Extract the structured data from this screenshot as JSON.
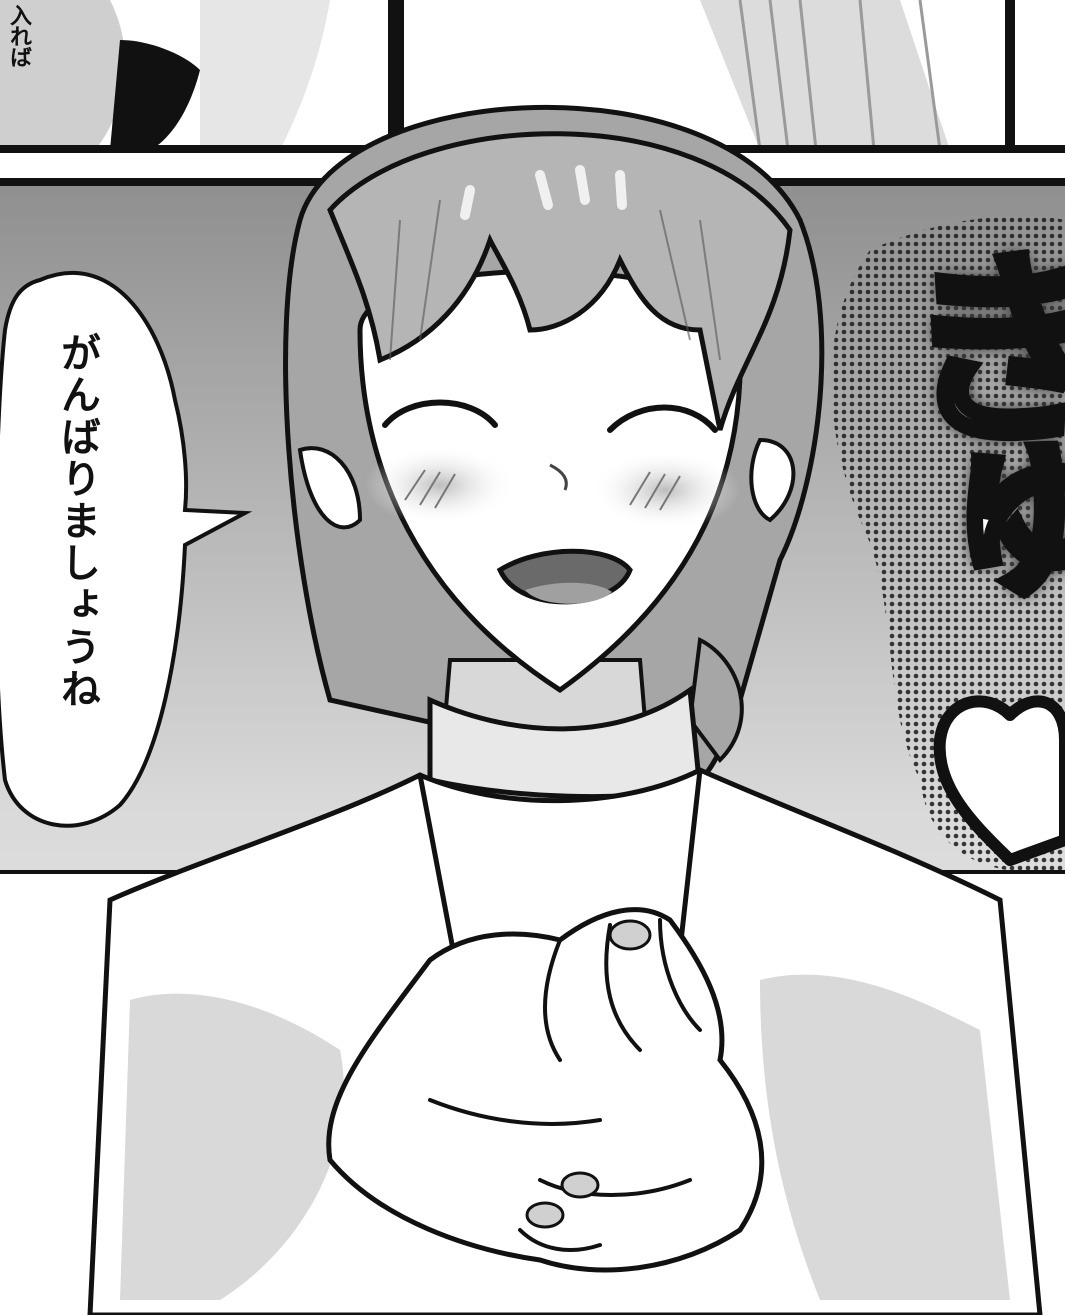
{
  "top_panel": {
    "caption": "入れば"
  },
  "speech_bubble": {
    "text": "がんばりましょうね"
  },
  "sound_effect": {
    "text": "きゅ",
    "heart_icon": "heart-icon"
  },
  "colors": {
    "ink": "#111111",
    "screentone_dark": "#8c8c8c",
    "screentone_light": "#e2e2e2",
    "paper": "#ffffff",
    "hair": "#a9a9a9"
  }
}
